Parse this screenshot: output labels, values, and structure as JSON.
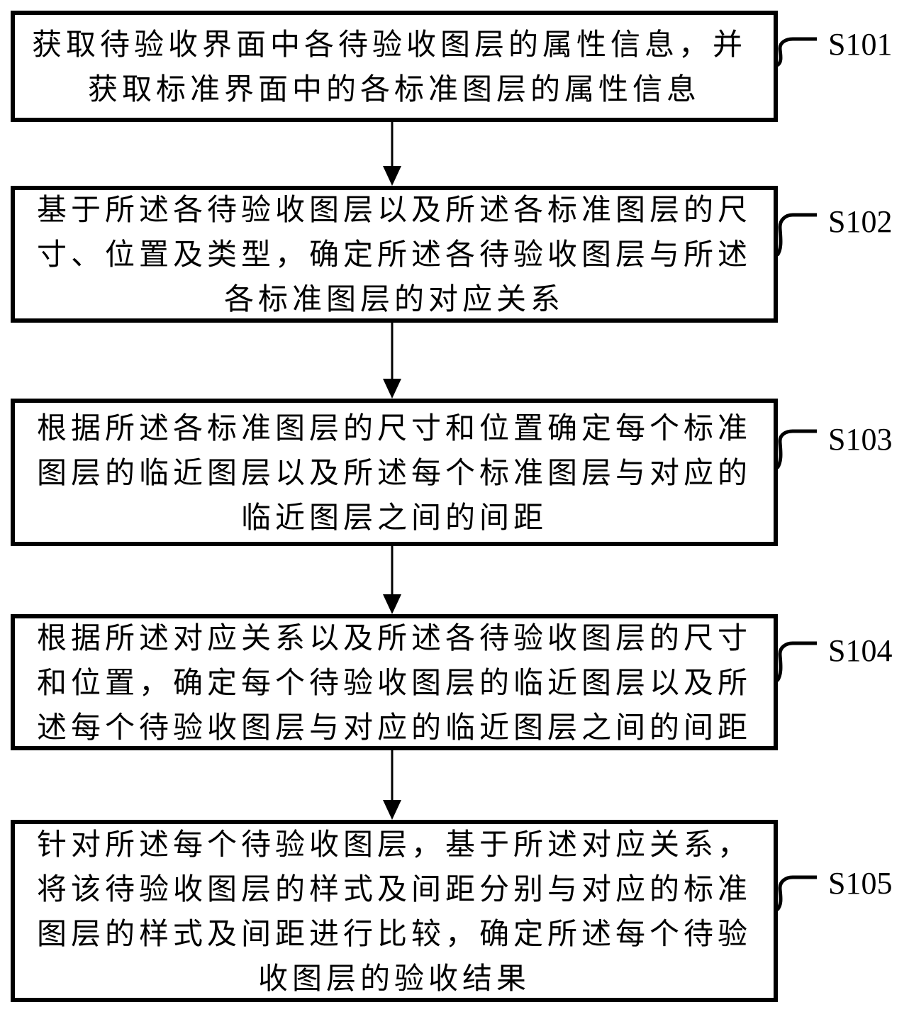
{
  "diagram": {
    "type": "flowchart",
    "steps": [
      {
        "id": "S101",
        "label": "S101",
        "lines": [
          "获取待验收界面中各待验收图层的属性信息，并",
          "获取标准界面中的各标准图层的属性信息"
        ]
      },
      {
        "id": "S102",
        "label": "S102",
        "lines": [
          "基于所述各待验收图层以及所述各标准图层的尺",
          "寸、位置及类型，确定所述各待验收图层与所述",
          "各标准图层的对应关系"
        ]
      },
      {
        "id": "S103",
        "label": "S103",
        "lines": [
          "根据所述各标准图层的尺寸和位置确定每个标准",
          "图层的临近图层以及所述每个标准图层与对应的",
          "临近图层之间的间距"
        ]
      },
      {
        "id": "S104",
        "label": "S104",
        "lines": [
          "根据所述对应关系以及所述各待验收图层的尺寸",
          "和位置，确定每个待验收图层的临近图层以及所",
          "述每个待验收图层与对应的临近图层之间的间距"
        ]
      },
      {
        "id": "S105",
        "label": "S105",
        "lines": [
          "针对所述每个待验收图层，基于所述对应关系，",
          "将该待验收图层的样式及间距分别与对应的标准",
          "图层的样式及间距进行比较，确定所述每个待验",
          "收图层的验收结果"
        ]
      }
    ],
    "edges": [
      {
        "from": "S101",
        "to": "S102"
      },
      {
        "from": "S102",
        "to": "S103"
      },
      {
        "from": "S103",
        "to": "S104"
      },
      {
        "from": "S104",
        "to": "S105"
      }
    ],
    "colors": {
      "stroke": "#000000",
      "background": "#ffffff",
      "text": "#000000"
    }
  }
}
